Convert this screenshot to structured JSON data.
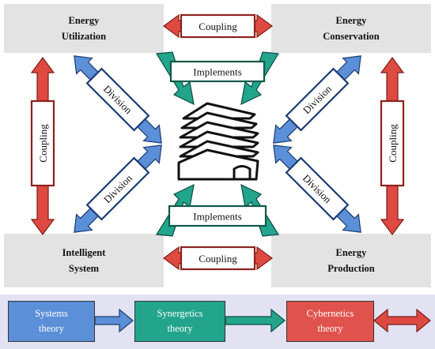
{
  "corners": {
    "top_left": {
      "line1": "Energy",
      "line2": "Utilization"
    },
    "top_right": {
      "line1": "Energy",
      "line2": "Conservation"
    },
    "bottom_left": {
      "line1": "Intelligent",
      "line2": "System"
    },
    "bottom_right": {
      "line1": "Energy",
      "line2": "Production"
    }
  },
  "labels": {
    "coupling": "Coupling",
    "implements": "Implements",
    "division": "Division"
  },
  "theories": {
    "systems": {
      "line1": "Systems",
      "line2": "theory"
    },
    "synergetics": {
      "line1": "Synergetics",
      "line2": "theory"
    },
    "cybernetics": {
      "line1": "Cybernetics",
      "line2": "theory"
    }
  },
  "colors": {
    "coupling": "#de4a41",
    "implements": "#22a58c",
    "division": "#5b8fd8",
    "corner_bg": "#e3e3e3",
    "band_bg": "#e2e2f2",
    "systems_box": "#5b8fd8",
    "synergetics_box": "#22a58c",
    "cybernetics_box": "#e0534d"
  }
}
